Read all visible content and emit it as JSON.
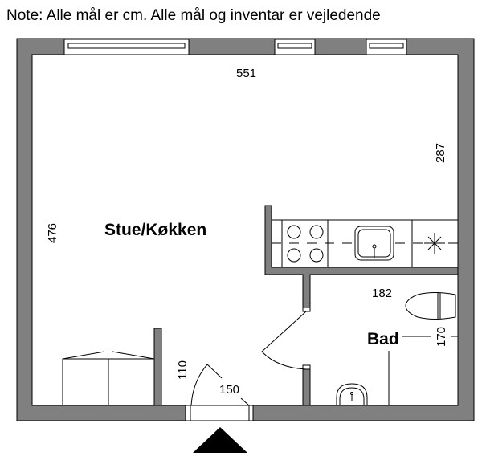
{
  "note": "Note: Alle mål er cm. Alle mål og inventar er vejledende",
  "rooms": {
    "living_kitchen": "Stue/Køkken",
    "bathroom": "Bad"
  },
  "dimensions": {
    "width_top": "551",
    "right_upper": "287",
    "left_height": "476",
    "bath_width": "182",
    "bath_height": "170",
    "door_height": "110",
    "entry_width": "150"
  },
  "colors": {
    "wall": "#808080",
    "line": "#000000"
  }
}
